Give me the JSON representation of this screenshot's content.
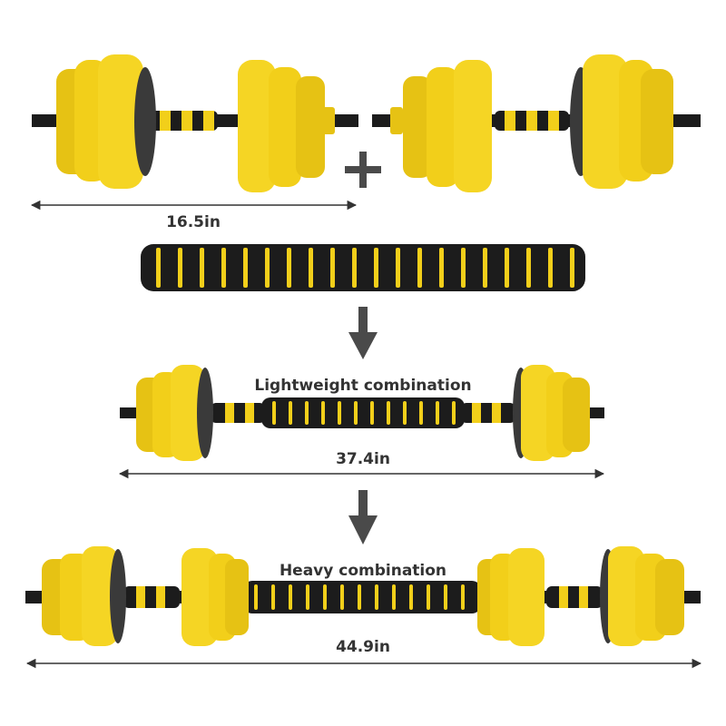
{
  "colors": {
    "plate_yellow": "#f2cf1a",
    "plate_shadow": "#c9a70a",
    "hub_dark": "#3a3a3a",
    "handle_black": "#1c1c1c",
    "arrow_gray": "#4a4a4a",
    "text_dark": "#333333"
  },
  "measurements": {
    "dumbbell_length": "16.5in",
    "lightweight_length": "37.4in",
    "heavy_length": "44.9in"
  },
  "labels": {
    "plus_sign": "+",
    "lightweight": "Lightweight combination",
    "heavy": "Heavy combination"
  }
}
